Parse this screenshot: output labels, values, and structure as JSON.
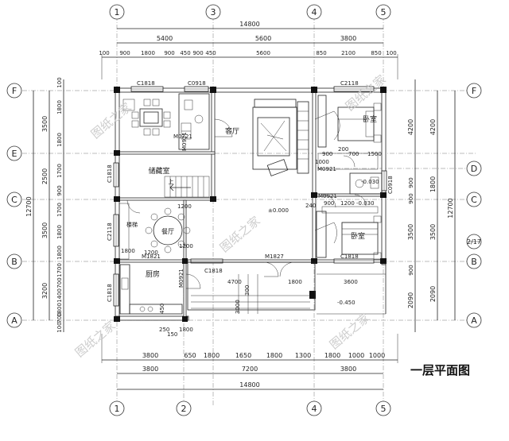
{
  "title": "一层平面图",
  "watermark": "图纸之家",
  "axes": {
    "top": [
      "1",
      "3",
      "4",
      "5"
    ],
    "bottom": [
      "1",
      "2",
      "4",
      "5"
    ],
    "left": [
      "F",
      "E",
      "C",
      "B",
      "A"
    ],
    "right": [
      "F",
      "D",
      "C",
      "2/17",
      "B",
      "A"
    ]
  },
  "dims": {
    "top_total": "14800",
    "top_row1": [
      "5400",
      "5600",
      "3800"
    ],
    "top_row2": [
      "100",
      "900",
      "1800",
      "900",
      "450",
      "900",
      "450",
      "5600",
      "850",
      "2100",
      "850",
      "100"
    ],
    "bottom_row1": [
      "3800",
      "650",
      "1800",
      "1650",
      "1800",
      "1300",
      "1800",
      "1000",
      "1000"
    ],
    "bottom_row2": [
      "3800",
      "7200",
      "3800"
    ],
    "bottom_total": "14800",
    "left_outer": [
      "3500",
      "2500",
      "3500",
      "3200"
    ],
    "left_outer_total": "12700",
    "left_inner": [
      "100",
      "1800",
      "1800",
      "1700",
      "900",
      "1700",
      "1800",
      "1800",
      "1700",
      "700",
      "1400",
      "1800",
      "700",
      "100"
    ],
    "right_outer": [
      "4200",
      "1800",
      "3500",
      "2090"
    ],
    "right_outer_total": "12700",
    "right_inner": [
      "4200",
      "900",
      "900",
      "3500",
      "900",
      "2090"
    ]
  },
  "rooms": {
    "living": "客厅",
    "storage": "储藏室",
    "dining": "餐厅",
    "kitchen": "厨房",
    "bedroom": "卧室",
    "bedroom2": "卧室",
    "stair": "楼梯",
    "up": "上"
  },
  "labels": {
    "c1818_top": "C1818",
    "c0918_top": "C0918",
    "c2118_top": "C2118",
    "m0721": "M0721",
    "m0921_a": "M0921",
    "m0921_b": "M0921",
    "m0921_c": "M0921",
    "c1818_left1": "C1818",
    "c2118_left": "C2118",
    "c1818_left2": "C1818",
    "m1821": "M1821",
    "m1827": "M1827",
    "c1818_bottom": "C1818",
    "c1818_br": "C1818",
    "c0918_right": "C0918",
    "m0921_k": "M0921",
    "lvl_000": "±0.000",
    "lvl_450": "-0.450",
    "lvl_030": "-0.030",
    "lvl_030b": "-0.030",
    "d4700": "4700",
    "d1800": "1800",
    "d3600": "3600",
    "d3000": "3000",
    "d300": "300",
    "d1200": "1200",
    "d1800b": "1800",
    "d240": "240",
    "d900": "900",
    "d1200b": "1200",
    "d450": "450",
    "d250": "250",
    "d1800c": "1800",
    "d150": "150",
    "d1200c": "1200",
    "d1200d": "1200",
    "d200": "200",
    "d700": "700",
    "d900b": "900",
    "d1500": "1500",
    "d1000": "1000"
  }
}
